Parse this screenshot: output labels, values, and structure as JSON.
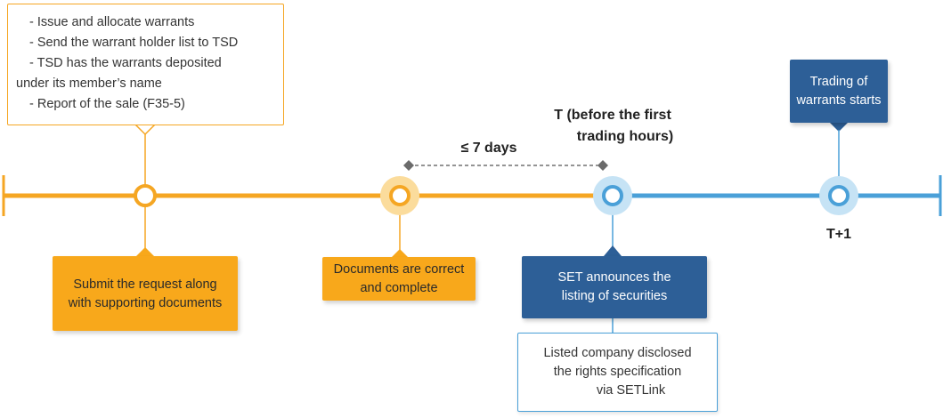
{
  "colors": {
    "orange": "#f8a81b",
    "orange_line": "#f5a623",
    "blue": "#2d5f97",
    "blue_line": "#4aa0d8",
    "marker_ring_orange": "#fbdc9c",
    "marker_ring_blue": "#c6e3f5"
  },
  "top_note": {
    "lines": [
      "- Issue and allocate warrants",
      "- Send the warrant holder list to TSD",
      "- TSD has the warrants deposited",
      "under its member’s name",
      "- Report of the sale (F35-5)"
    ]
  },
  "step_submit": {
    "lines": [
      "Submit the request along",
      "with supporting documents"
    ]
  },
  "step_documents": {
    "lines": [
      "Documents are correct",
      "and complete"
    ]
  },
  "step_announce": {
    "lines": [
      "SET announces the",
      "listing of securities"
    ]
  },
  "step_disclose": {
    "lines": [
      "Listed company disclosed",
      "the rights specification",
      "via SETLink"
    ]
  },
  "step_trading": {
    "lines": [
      "Trading of",
      "warrants starts"
    ]
  },
  "labels": {
    "duration": "≤ 7 days",
    "t_line1": "T (before the first",
    "t_line2": "trading hours)",
    "t_plus_1": "T+1"
  }
}
